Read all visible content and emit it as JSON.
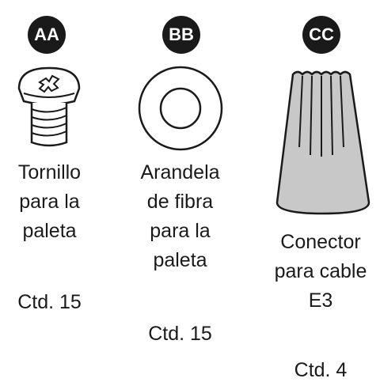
{
  "items": [
    {
      "badge": "AA",
      "name_lines": [
        "Tornillo",
        "para la",
        "paleta"
      ],
      "quantity": "Ctd. 15",
      "icon": "screw-icon"
    },
    {
      "badge": "BB",
      "name_lines": [
        "Arandela",
        "de fibra",
        "para la",
        "paleta"
      ],
      "quantity": "Ctd. 15",
      "icon": "washer-icon"
    },
    {
      "badge": "CC",
      "name_lines": [
        "Conector",
        "para cable",
        "E3"
      ],
      "quantity": "Ctd. 4",
      "icon": "wire-connector-icon"
    }
  ],
  "colors": {
    "badge_bg": "#1a1a1a",
    "connector_fill": "#c8c8c8",
    "outline": "#1a1a1a"
  }
}
